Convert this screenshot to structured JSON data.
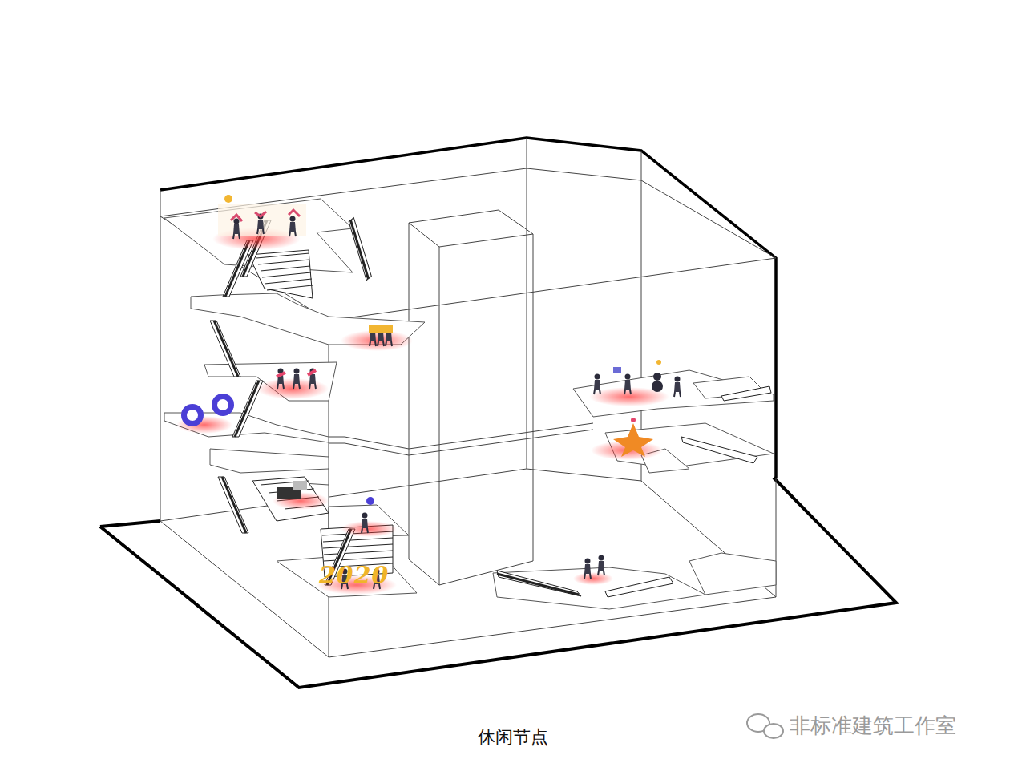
{
  "diagram": {
    "caption": "休闲节点",
    "labels": [
      "2020",
      "非标准建筑工作室"
    ]
  }
}
